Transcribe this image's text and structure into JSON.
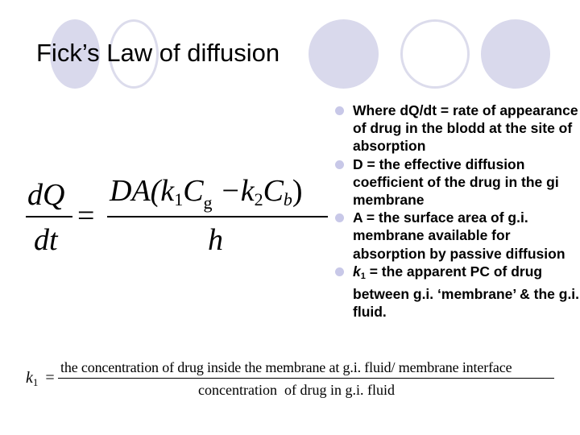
{
  "slide": {
    "title": "Fick’s Law of diffusion",
    "decorations": [
      {
        "type": "filled",
        "color": "#d9d9ec"
      },
      {
        "type": "outline",
        "color": "#dcdcec"
      },
      {
        "type": "filled",
        "color": "#d9d9ec"
      },
      {
        "type": "outline",
        "color": "#dcdcec"
      },
      {
        "type": "filled",
        "color": "#d9d9ec"
      }
    ],
    "bullet_color": "#c8c8e8"
  },
  "equation": {
    "lhs_num": "dQ",
    "lhs_den": "dt",
    "equals": "=",
    "rhs_num_prefix": "DA(k",
    "rhs_num_sub1": "1",
    "rhs_num_c1": "C",
    "rhs_num_c1_sub": "g",
    "rhs_num_minus": " −k",
    "rhs_num_sub2": "2",
    "rhs_num_c2": "C",
    "rhs_num_c2_sub": "b",
    "rhs_num_close": ")",
    "rhs_den": "h"
  },
  "bullets": [
    {
      "text": "Where dQ/dt = rate of appearance of drug in the blodd at the site of absorption"
    },
    {
      "text": "D = the effective diffusion coefficient of the drug in the gi membrane"
    },
    {
      "text": "A = the surface area of g.i. membrane available for absorption by passive diffusion"
    },
    {
      "symbol": "k",
      "sub": "1",
      "text": " = the apparent PC of drug between g.i. ‘membrane’ & the g.i. fluid."
    }
  ],
  "k1_definition": {
    "symbol": "k",
    "sub": "1",
    "equals": "=",
    "numerator": "the concentration of drug inside the membrane at g.i. fluid/ membrane interface",
    "denominator": "concentration  of drug in g.i. fluid"
  }
}
